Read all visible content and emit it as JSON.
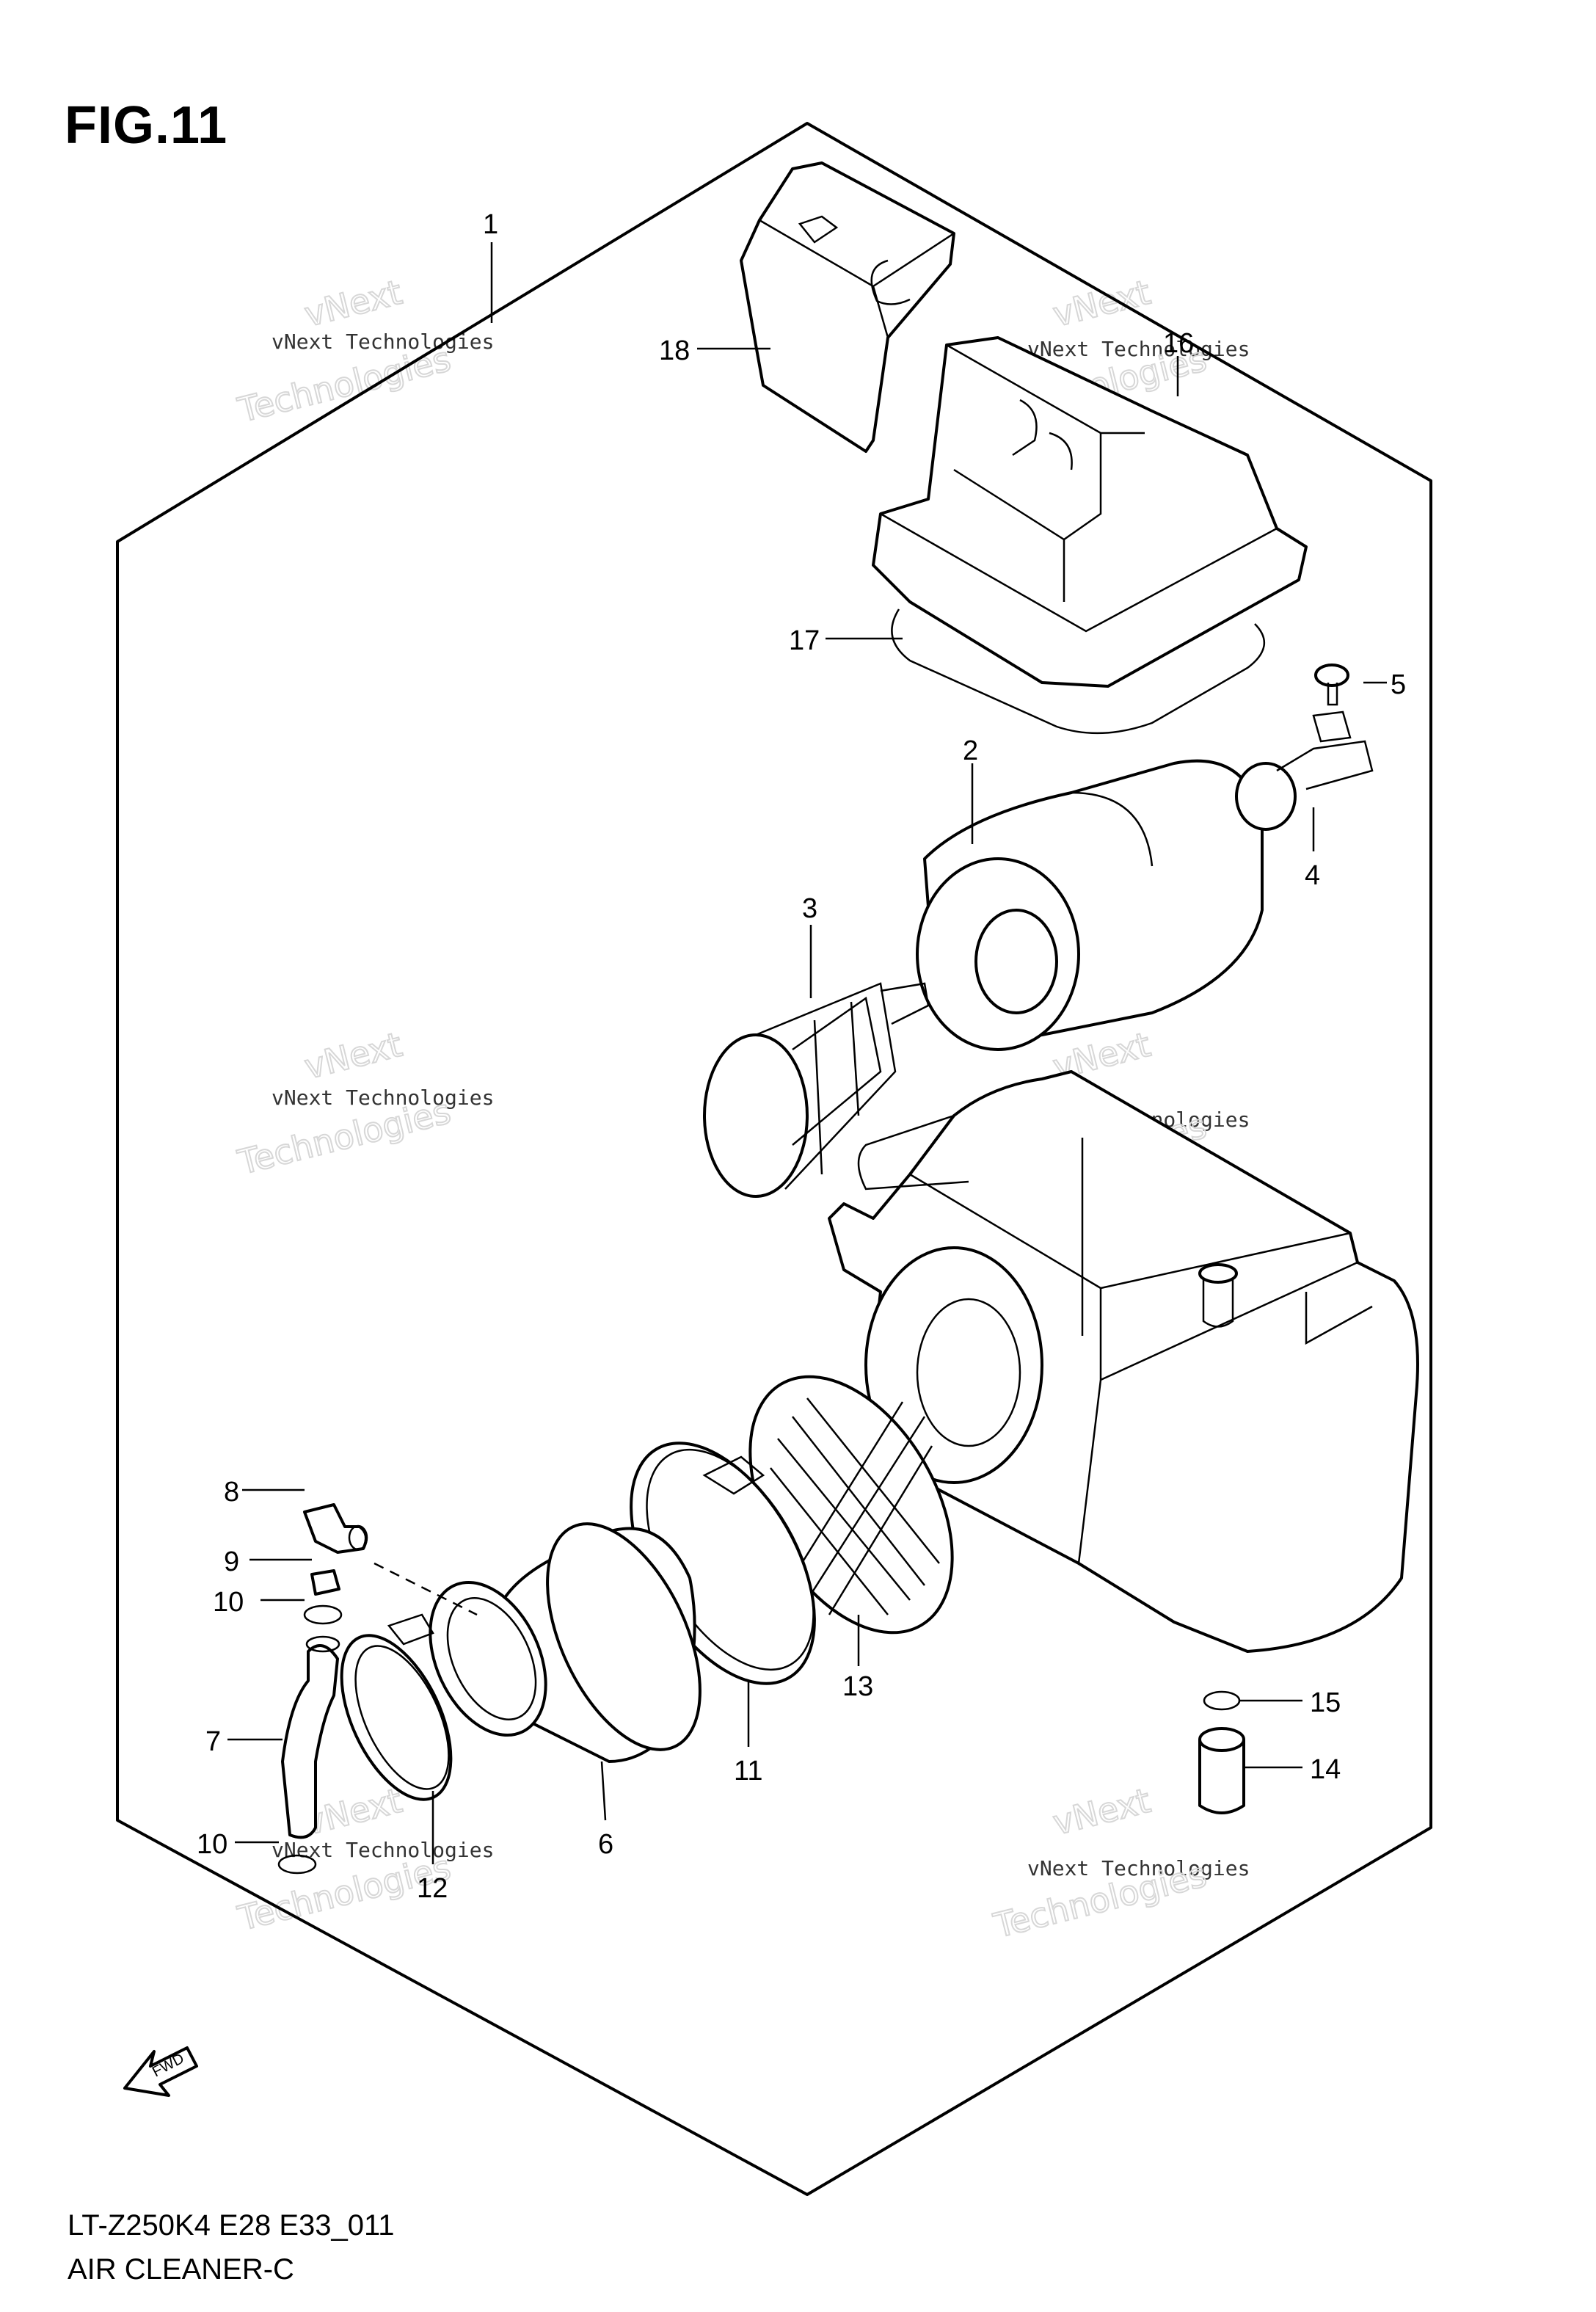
{
  "figure": {
    "title": "FIG.11",
    "code": "LT-Z250K4 E28 E33_011",
    "name": "AIR CLEANER-C"
  },
  "callouts": {
    "c1": "1",
    "c2": "2",
    "c3": "3",
    "c4": "4",
    "c5": "5",
    "c6": "6",
    "c7": "7",
    "c8": "8",
    "c9": "9",
    "c10a": "10",
    "c10b": "10",
    "c11": "11",
    "c12": "12",
    "c13": "13",
    "c14": "14",
    "c15": "15",
    "c16": "16",
    "c17": "17",
    "c18": "18"
  },
  "watermark": {
    "line_small": "vNext Technologies",
    "line_big_1": "vNext",
    "line_big_2": "Technologies"
  },
  "direction_arrow": {
    "label": "FWD",
    "icon": "fwd-arrow-icon"
  }
}
